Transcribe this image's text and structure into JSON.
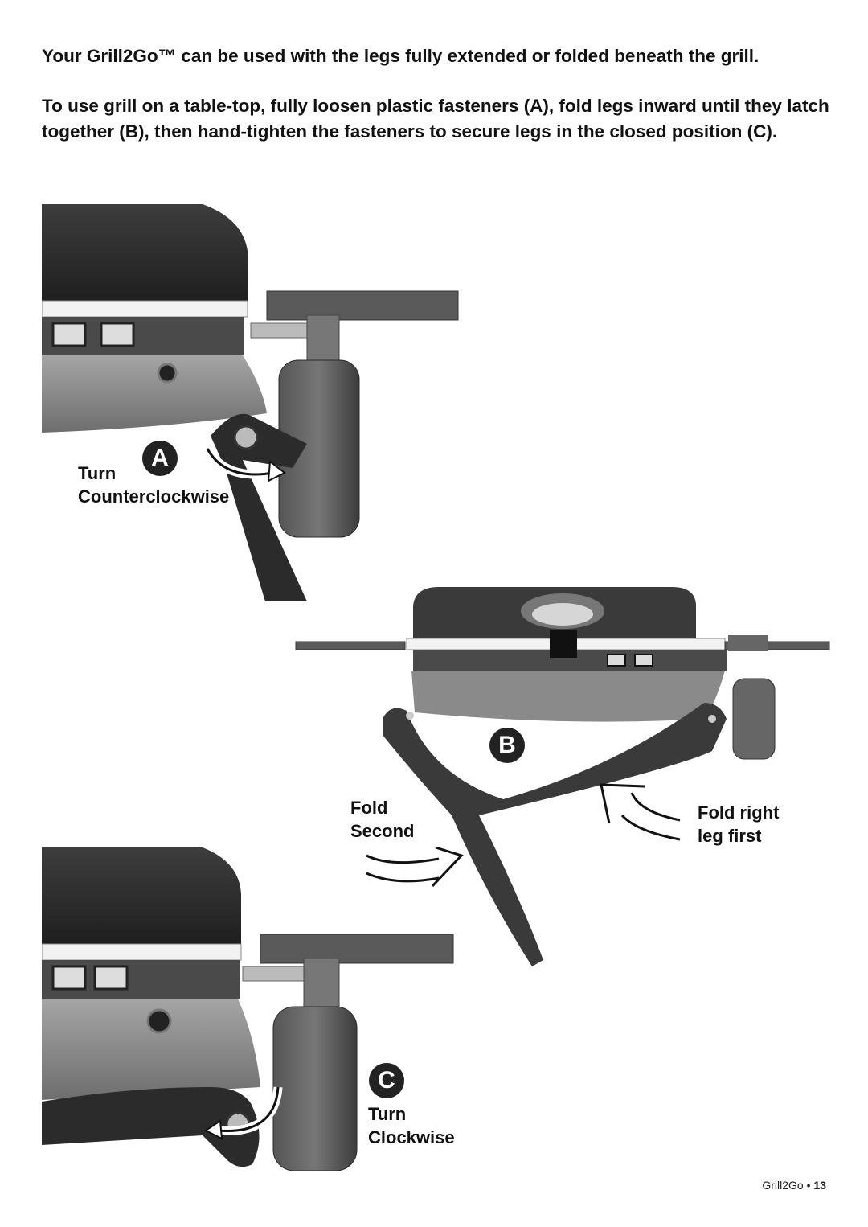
{
  "intro": {
    "line1": "Your Grill2Go™ can be used with the legs fully extended or folded beneath the grill.",
    "line2": "To use grill on a table-top, fully loosen plastic fasteners (A), fold legs inward until they latch together (B), then hand-tighten the fasteners to secure legs in the closed position (C)."
  },
  "figure_a": {
    "badge": "A",
    "label": "Turn\nCounterclockwise"
  },
  "figure_b": {
    "badge": "B",
    "label_left": "Fold\nSecond",
    "label_right": "Fold right\nleg first"
  },
  "figure_c": {
    "badge": "C",
    "label": "Turn\nClockwise"
  },
  "footer": {
    "brand": "Grill2Go",
    "separator": "•",
    "page": "13"
  }
}
